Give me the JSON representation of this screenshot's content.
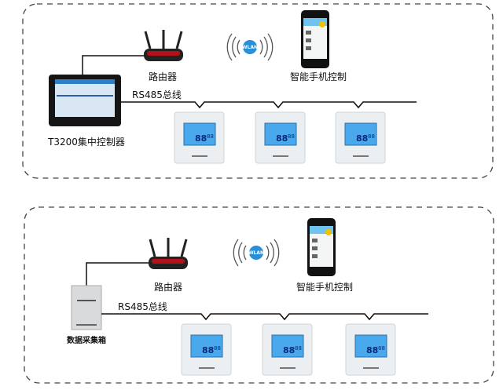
{
  "top_system": {
    "router_label": "路由器",
    "phone_label": "智能手机控制",
    "bus_label": "RS485总线",
    "controller_label": "T3200集中控制器",
    "wifi_badge": "WLAN",
    "thermostat_display": "88"
  },
  "bottom_system": {
    "router_label": "路由器",
    "phone_label": "智能手机控制",
    "bus_label": "RS485总线",
    "collector_label": "数据采集箱",
    "wifi_badge": "WLAN",
    "thermostat_display": "88"
  },
  "colors": {
    "router_red": "#b3121b",
    "wifi_blue": "#2a8fd6",
    "lcd_blue": "#4aa8ec",
    "line": "#111111",
    "dashed_border": "#444444"
  }
}
